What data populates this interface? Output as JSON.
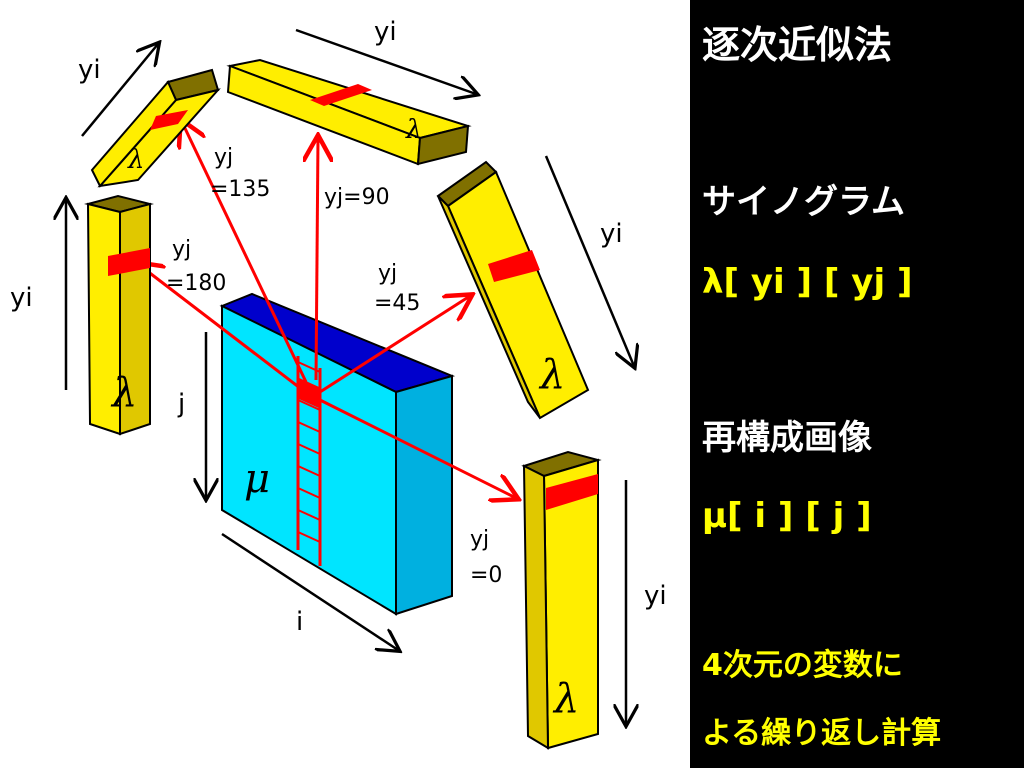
{
  "colors": {
    "bar_yellow": "#ffee00",
    "bar_dark": "#807000",
    "highlight_red": "#ff0000",
    "cube_front": "#00e5ff",
    "cube_side": "#00b0e0",
    "cube_top": "#0000cc",
    "sidebar_bg": "#000000",
    "title_white": "#ffffff",
    "accent_yellow": "#ffff00"
  },
  "sidebar": {
    "title": "逐次近似法",
    "sinogram_label": "サイノグラム",
    "sinogram_formula": "λ[ yi ] [ yj ]",
    "reconstruction_label": "再構成画像",
    "reconstruction_formula": "μ[ i ] [ j ]",
    "note_line1": "4次元の変数に",
    "note_line2": "よる繰り返し計算"
  },
  "diagram": {
    "cube_symbol": "μ",
    "bar_symbol": "λ",
    "axis_i": "i",
    "axis_j": "j",
    "axis_yi": "yi",
    "angle_0": {
      "line1": "yj",
      "line2": "=0"
    },
    "angle_45": {
      "line1": "yj",
      "line2": "=45"
    },
    "angle_90": {
      "line1": "yj=90"
    },
    "angle_135": {
      "line1": "yj",
      "line2": "=135"
    },
    "angle_180": {
      "line1": "yj",
      "line2": "=180"
    }
  }
}
